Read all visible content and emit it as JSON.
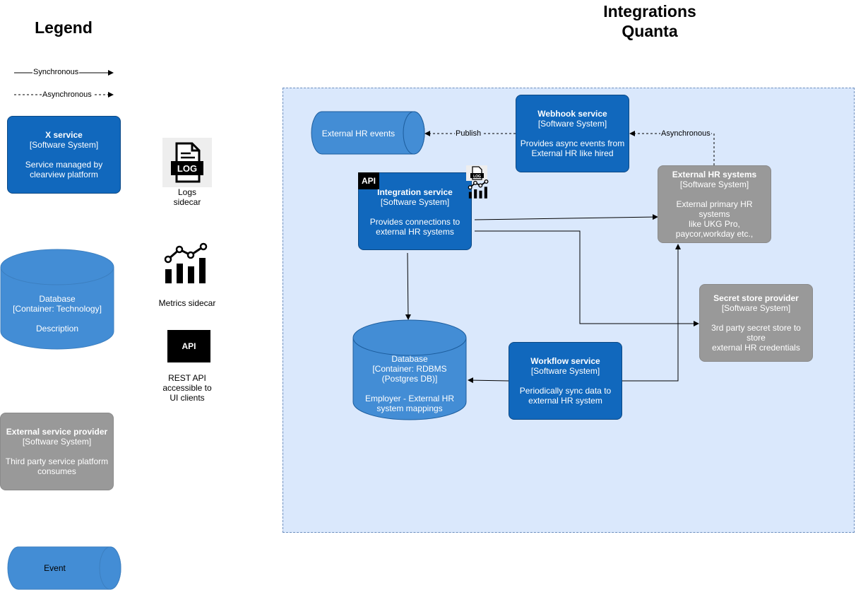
{
  "legend": {
    "title": "Legend",
    "sync_label": "Synchronous",
    "async_label": "Asynchronous",
    "x_service": {
      "name": "X service",
      "type": "[Software System]",
      "desc_1": "Service managed by",
      "desc_2": "clearview platform"
    },
    "logs": {
      "icon_text": "LOG",
      "label_1": "Logs",
      "label_2": "sidecar"
    },
    "database": {
      "name": "Database",
      "type": "[Container: Technology]",
      "desc": "Description"
    },
    "metrics": {
      "label": "Metrics sidecar"
    },
    "api": {
      "badge": "API",
      "label_1": "REST API",
      "label_2": "accessible to",
      "label_3": "UI clients"
    },
    "external": {
      "name": "External service provider",
      "type": "[Software System]",
      "desc_1": "Third party service platform",
      "desc_2": "consumes"
    },
    "event": {
      "label": "Event"
    }
  },
  "diagram": {
    "title_1": "Integrations",
    "title_2": "Quanta",
    "external_hr_events": "External HR events",
    "publish_label": "Publish",
    "async_label": "Asynchronous",
    "webhook": {
      "name": "Webhook service",
      "type": "[Software System]",
      "desc_1": "Provides async events from",
      "desc_2": "External HR like hired"
    },
    "integration": {
      "badge": "API",
      "log_text": "LOG",
      "name": "Integration service",
      "type": "[Software System]",
      "desc_1": "Provides connections to",
      "desc_2": "external HR systems"
    },
    "external_hr": {
      "name": "External HR systems",
      "type": "[Software System]",
      "desc_1": "External primary HR systems",
      "desc_2": "like UKG Pro,",
      "desc_3": "paycor,workday etc.,"
    },
    "secret_store": {
      "name": "Secret store provider",
      "type": "[Software System]",
      "desc_1": "3rd party secret store to store",
      "desc_2": "external HR credentials"
    },
    "database": {
      "name": "Database",
      "type_1": "[Container: RDBMS",
      "type_2": "(Postgres DB)]",
      "desc_1": "Employer - External HR",
      "desc_2": "system mappings"
    },
    "workflow": {
      "name": "Workflow service",
      "type": "[Software System]",
      "desc_1": "Periodically sync data to",
      "desc_2": "external HR system"
    }
  },
  "colors": {
    "blue": "#1168bd",
    "cylinder": "#438dd5",
    "grey": "#999999",
    "boundary": "#dae8fc"
  },
  "icons": [
    "log-file-icon",
    "metrics-chart-icon",
    "api-icon"
  ]
}
